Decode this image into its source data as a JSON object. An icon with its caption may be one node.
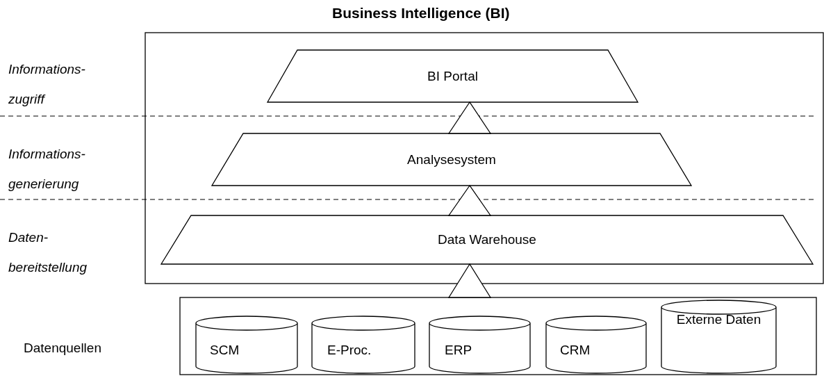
{
  "diagram": {
    "title": "Business Intelligence (BI)",
    "nodes": [
      {
        "text": [],
        "shape": "box"
      },
      {
        "text": [
          "BI Portal"
        ],
        "in": 0
      },
      {
        "text": [
          "Analysesystem"
        ],
        "in": 0
      },
      {
        "text": [
          "Data Warehouse"
        ],
        "in": 0
      },
      {
        "text": [],
        "shape": "box"
      },
      {
        "text": [
          "SCM"
        ],
        "in": 4
      },
      {
        "text": [
          "E-Proc."
        ],
        "in": 4
      },
      {
        "text": [
          "ERP"
        ],
        "in": 4
      },
      {
        "text": [
          "CRM"
        ],
        "in": 4
      },
      {
        "text": [
          "Externe Daten"
        ],
        "in": 4
      }
    ],
    "edges": [
      {
        "from": 4,
        "to": 3,
        "arrow": "to"
      },
      {
        "from": 3,
        "to": 2,
        "arrow": "to"
      },
      {
        "from": 2,
        "to": 1,
        "arrow": "to"
      }
    ],
    "labels": [
      "Informations- zugriff",
      "Informations- generierung",
      "Daten- bereitstellung",
      "Datenquellen"
    ]
  }
}
